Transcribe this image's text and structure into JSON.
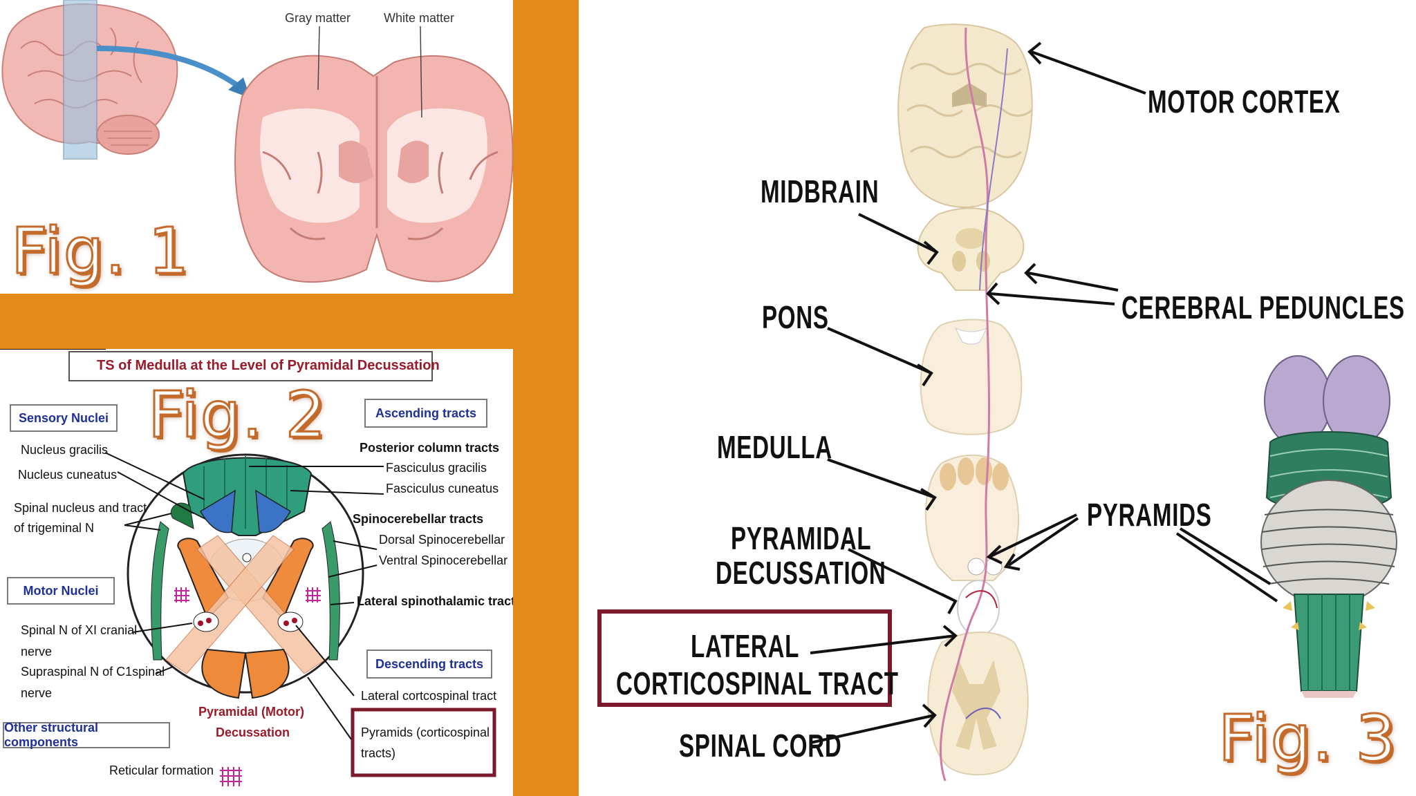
{
  "fig1": {
    "label": "Fig. 1",
    "gray_matter": "Gray matter",
    "white_matter": "White matter"
  },
  "fig2": {
    "label": "Fig. 2",
    "title": "TS of Medulla at the Level of Pyramidal Decussation",
    "sensory_nuclei": "Sensory Nuclei",
    "nucleus_gracilis": "Nucleus gracilis",
    "nucleus_cuneatus": "Nucleus cuneatus",
    "spinal_nucleus_1": "Spinal nucleus and tract",
    "spinal_nucleus_2": "of trigeminal N",
    "motor_nuclei": "Motor Nuclei",
    "spinal_xi_1": "Spinal N of XI cranial",
    "spinal_xi_2": "nerve",
    "supraspinal_1": "Supraspinal N of C1spinal",
    "supraspinal_2": "nerve",
    "other_components": "Other structural components",
    "reticular": "Reticular formation",
    "ascending": "Ascending tracts",
    "posterior_column": "Posterior column tracts",
    "fasc_gracilis": "Fasciculus gracilis",
    "fasc_cuneatus": "Fasciculus cuneatus",
    "spinocerebellar": "Spinocerebellar tracts",
    "dorsal_sc": "Dorsal Spinocerebellar",
    "ventral_sc": "Ventral Spinocerebellar",
    "lateral_st": "Lateral spinothalamic tract",
    "descending": "Descending tracts",
    "lateral_cst": "Lateral cortcospinal tract",
    "pyramids_1": "Pyramids (corticospinal",
    "pyramids_2": "tracts)",
    "pyr_decuss_1": "Pyramidal (Motor)",
    "pyr_decuss_2": "Decussation"
  },
  "fig3": {
    "label": "Fig. 3",
    "motor_cortex": "MOTOR CORTEX",
    "midbrain": "MIDBRAIN",
    "cerebral_peduncles": "CEREBRAL PEDUNCLES",
    "pons": "PONS",
    "medulla": "MEDULLA",
    "pyramids": "PYRAMIDS",
    "pyramidal_1": "PYRAMIDAL",
    "pyramidal_2": "DECUSSATION",
    "lateral_1": "LATERAL",
    "lateral_2": "CORTICOSPINAL TRACT",
    "spinal_cord": "SPINAL CORD"
  },
  "colors": {
    "background": "#e38a1b",
    "highlight_box": "#7a1a2a",
    "box_text": "#1f2f9a",
    "decussation_text": "#9a1a2a"
  }
}
